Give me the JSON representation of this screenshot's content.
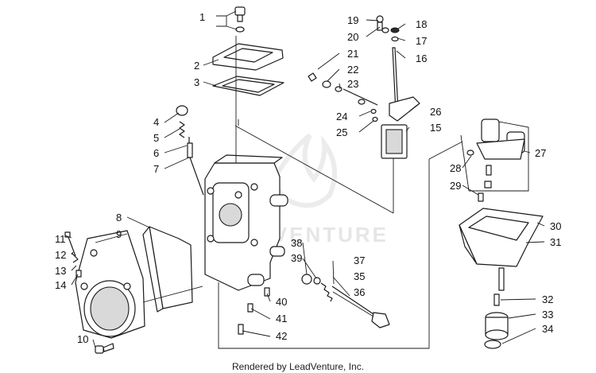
{
  "watermark": "LEADVENTURE",
  "footer": "Rendered by LeadVenture, Inc.",
  "callouts": [
    "1",
    "2",
    "3",
    "4",
    "5",
    "6",
    "7",
    "8",
    "9",
    "10",
    "11",
    "12",
    "13",
    "14",
    "15",
    "16",
    "17",
    "18",
    "19",
    "20",
    "21",
    "22",
    "23",
    "24",
    "25",
    "26",
    "27",
    "28",
    "29",
    "30",
    "31",
    "32",
    "33",
    "34",
    "35",
    "36",
    "37",
    "38",
    "39",
    "40",
    "41",
    "42"
  ]
}
